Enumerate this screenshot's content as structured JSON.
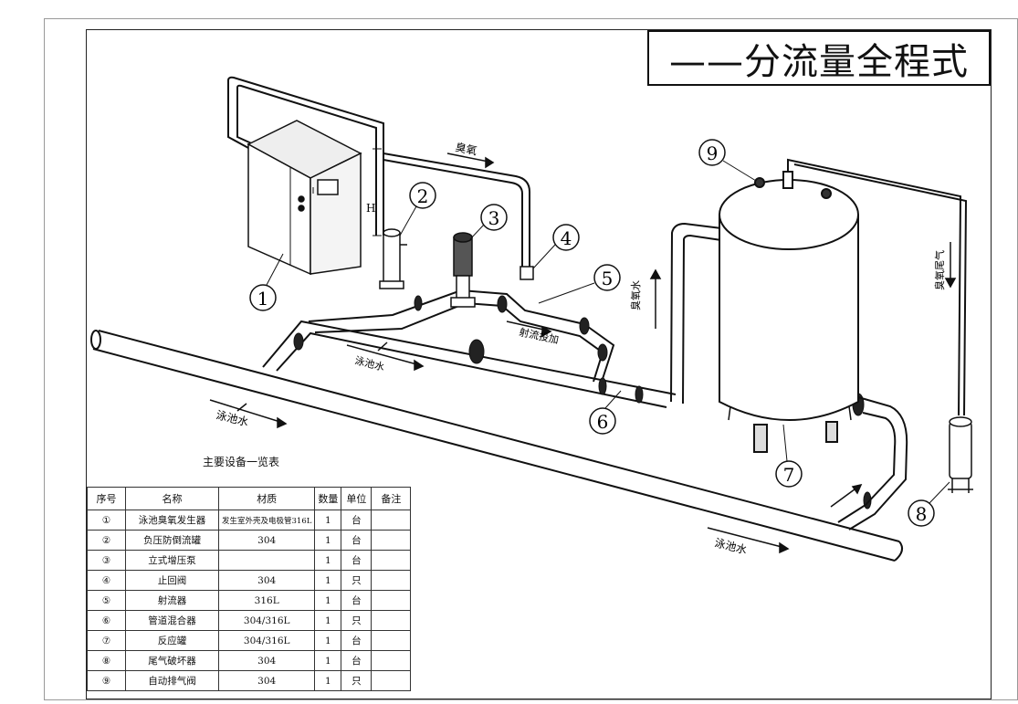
{
  "title": "——分流量全程式",
  "labels": {
    "ozone": "臭氧",
    "ejector_dosing": "射流投加",
    "pool_water_mid": "泳池水",
    "pool_water_left": "泳池水",
    "pool_water_right": "泳池水",
    "ozone_water": "臭氧水",
    "ozone_tail_gas": "臭氧尾气",
    "height_mark": "H"
  },
  "numbers": [
    "1",
    "2",
    "3",
    "4",
    "5",
    "6",
    "7",
    "8",
    "9"
  ],
  "table": {
    "caption": "主要设备一览表",
    "headers": [
      "序号",
      "名称",
      "材质",
      "数量",
      "单位",
      "备注"
    ],
    "rows": [
      {
        "no": "①",
        "name": "泳池臭氧发生器",
        "material": "发生室外壳及电极管316L",
        "qty": "1",
        "unit": "台",
        "remark": ""
      },
      {
        "no": "②",
        "name": "负压防倒流罐",
        "material": "304",
        "qty": "1",
        "unit": "台",
        "remark": ""
      },
      {
        "no": "③",
        "name": "立式增压泵",
        "material": "",
        "qty": "1",
        "unit": "台",
        "remark": ""
      },
      {
        "no": "④",
        "name": "止回阀",
        "material": "304",
        "qty": "1",
        "unit": "只",
        "remark": ""
      },
      {
        "no": "⑤",
        "name": "射流器",
        "material": "316L",
        "qty": "1",
        "unit": "台",
        "remark": ""
      },
      {
        "no": "⑥",
        "name": "管道混合器",
        "material": "304/316L",
        "qty": "1",
        "unit": "只",
        "remark": ""
      },
      {
        "no": "⑦",
        "name": "反应罐",
        "material": "304/316L",
        "qty": "1",
        "unit": "台",
        "remark": ""
      },
      {
        "no": "⑧",
        "name": "尾气破坏器",
        "material": "304",
        "qty": "1",
        "unit": "台",
        "remark": ""
      },
      {
        "no": "⑨",
        "name": "自动排气阀",
        "material": "304",
        "qty": "1",
        "unit": "只",
        "remark": ""
      }
    ]
  }
}
